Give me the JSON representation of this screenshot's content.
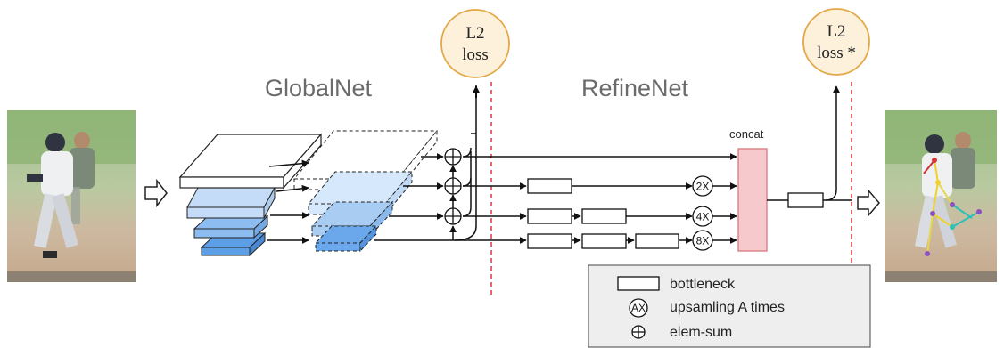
{
  "diagram": {
    "globalnet_label": "GlobalNet",
    "refinenet_label": "RefineNet",
    "loss_left": {
      "line1": "L2",
      "line2": "loss"
    },
    "loss_right": {
      "line1": "L2",
      "line2": "loss *"
    },
    "concat_label": "concat",
    "upsample_labels": [
      "2X",
      "4X",
      "8X"
    ]
  },
  "legend": {
    "bottleneck": "bottleneck",
    "upsample_symbol": "AX",
    "upsampling": "upsamling A times",
    "elem_sum": "elem-sum"
  },
  "colors": {
    "loss_circle_fill": "#fdf1dc",
    "loss_circle_stroke": "#e3a847",
    "concat_fill": "#f6c9cc",
    "concat_stroke": "#d9787e",
    "divider": "#e0313a",
    "legend_bg": "#eeeeee"
  }
}
